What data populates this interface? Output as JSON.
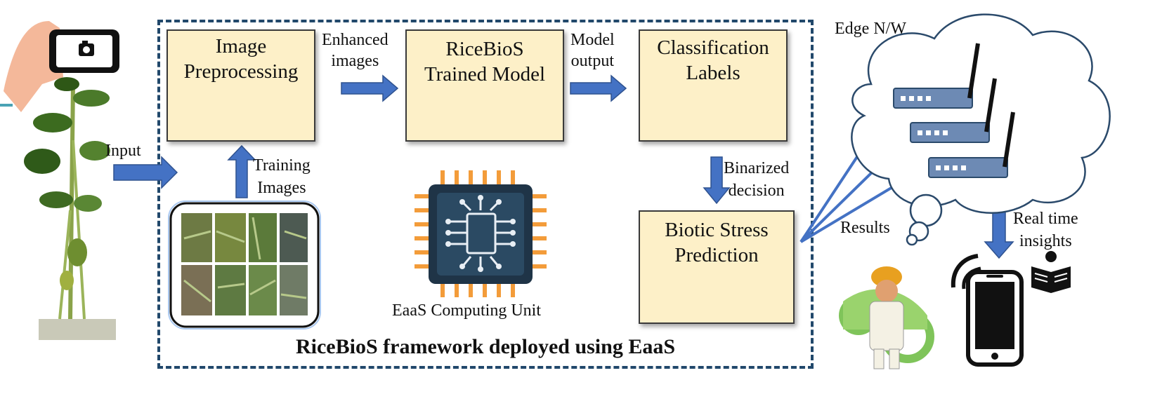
{
  "framework": {
    "title": "RiceBioS framework deployed using EaaS"
  },
  "blocks": {
    "preprocessing": {
      "label": "Image\nPreprocessing"
    },
    "model": {
      "label": "RiceBioS\nTrained Model"
    },
    "classification": {
      "label": "Classification\nLabels"
    },
    "prediction": {
      "label": "Biotic Stress\nPrediction"
    }
  },
  "edges": {
    "input": "Input",
    "enhanced": "Enhanced\nimages",
    "model_output": "Model\noutput",
    "training": "Training\nImages",
    "binarized": "Binarized\ndecision",
    "results": "Results",
    "insights": "Real time\ninsights"
  },
  "compute": {
    "label": "EaaS Computing Unit"
  },
  "network": {
    "label": "Edge N/W"
  },
  "colors": {
    "arrow": "#4472c4",
    "box_fill": "#fdf0c8",
    "frame": "#21486b",
    "chip_orange": "#f39c3a",
    "chip_body": "#1f3447"
  }
}
